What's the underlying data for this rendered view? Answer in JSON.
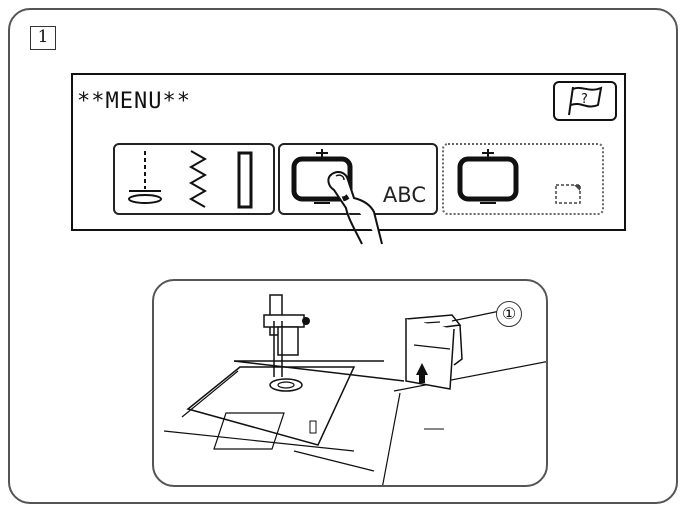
{
  "step": {
    "number": "1"
  },
  "screen": {
    "title": "**MENU**",
    "help_button": {
      "icon": "flag-question-icon",
      "symbol": "?"
    },
    "mode_buttons": [
      {
        "name": "utility-stitch-mode",
        "icons": [
          "straight-stitch-icon",
          "zigzag-stitch-icon",
          "buttonhole-icon"
        ]
      },
      {
        "name": "embroidery-mode",
        "icons": [
          "embroidery-hoop-icon"
        ],
        "label": "ABC"
      },
      {
        "name": "embroidery-edit-mode",
        "icons": [
          "embroidery-hoop-icon",
          "edit-frame-icon"
        ]
      }
    ]
  },
  "illustration": {
    "subject": "sewing-machine-with-embroidery-unit",
    "callout": "①"
  }
}
